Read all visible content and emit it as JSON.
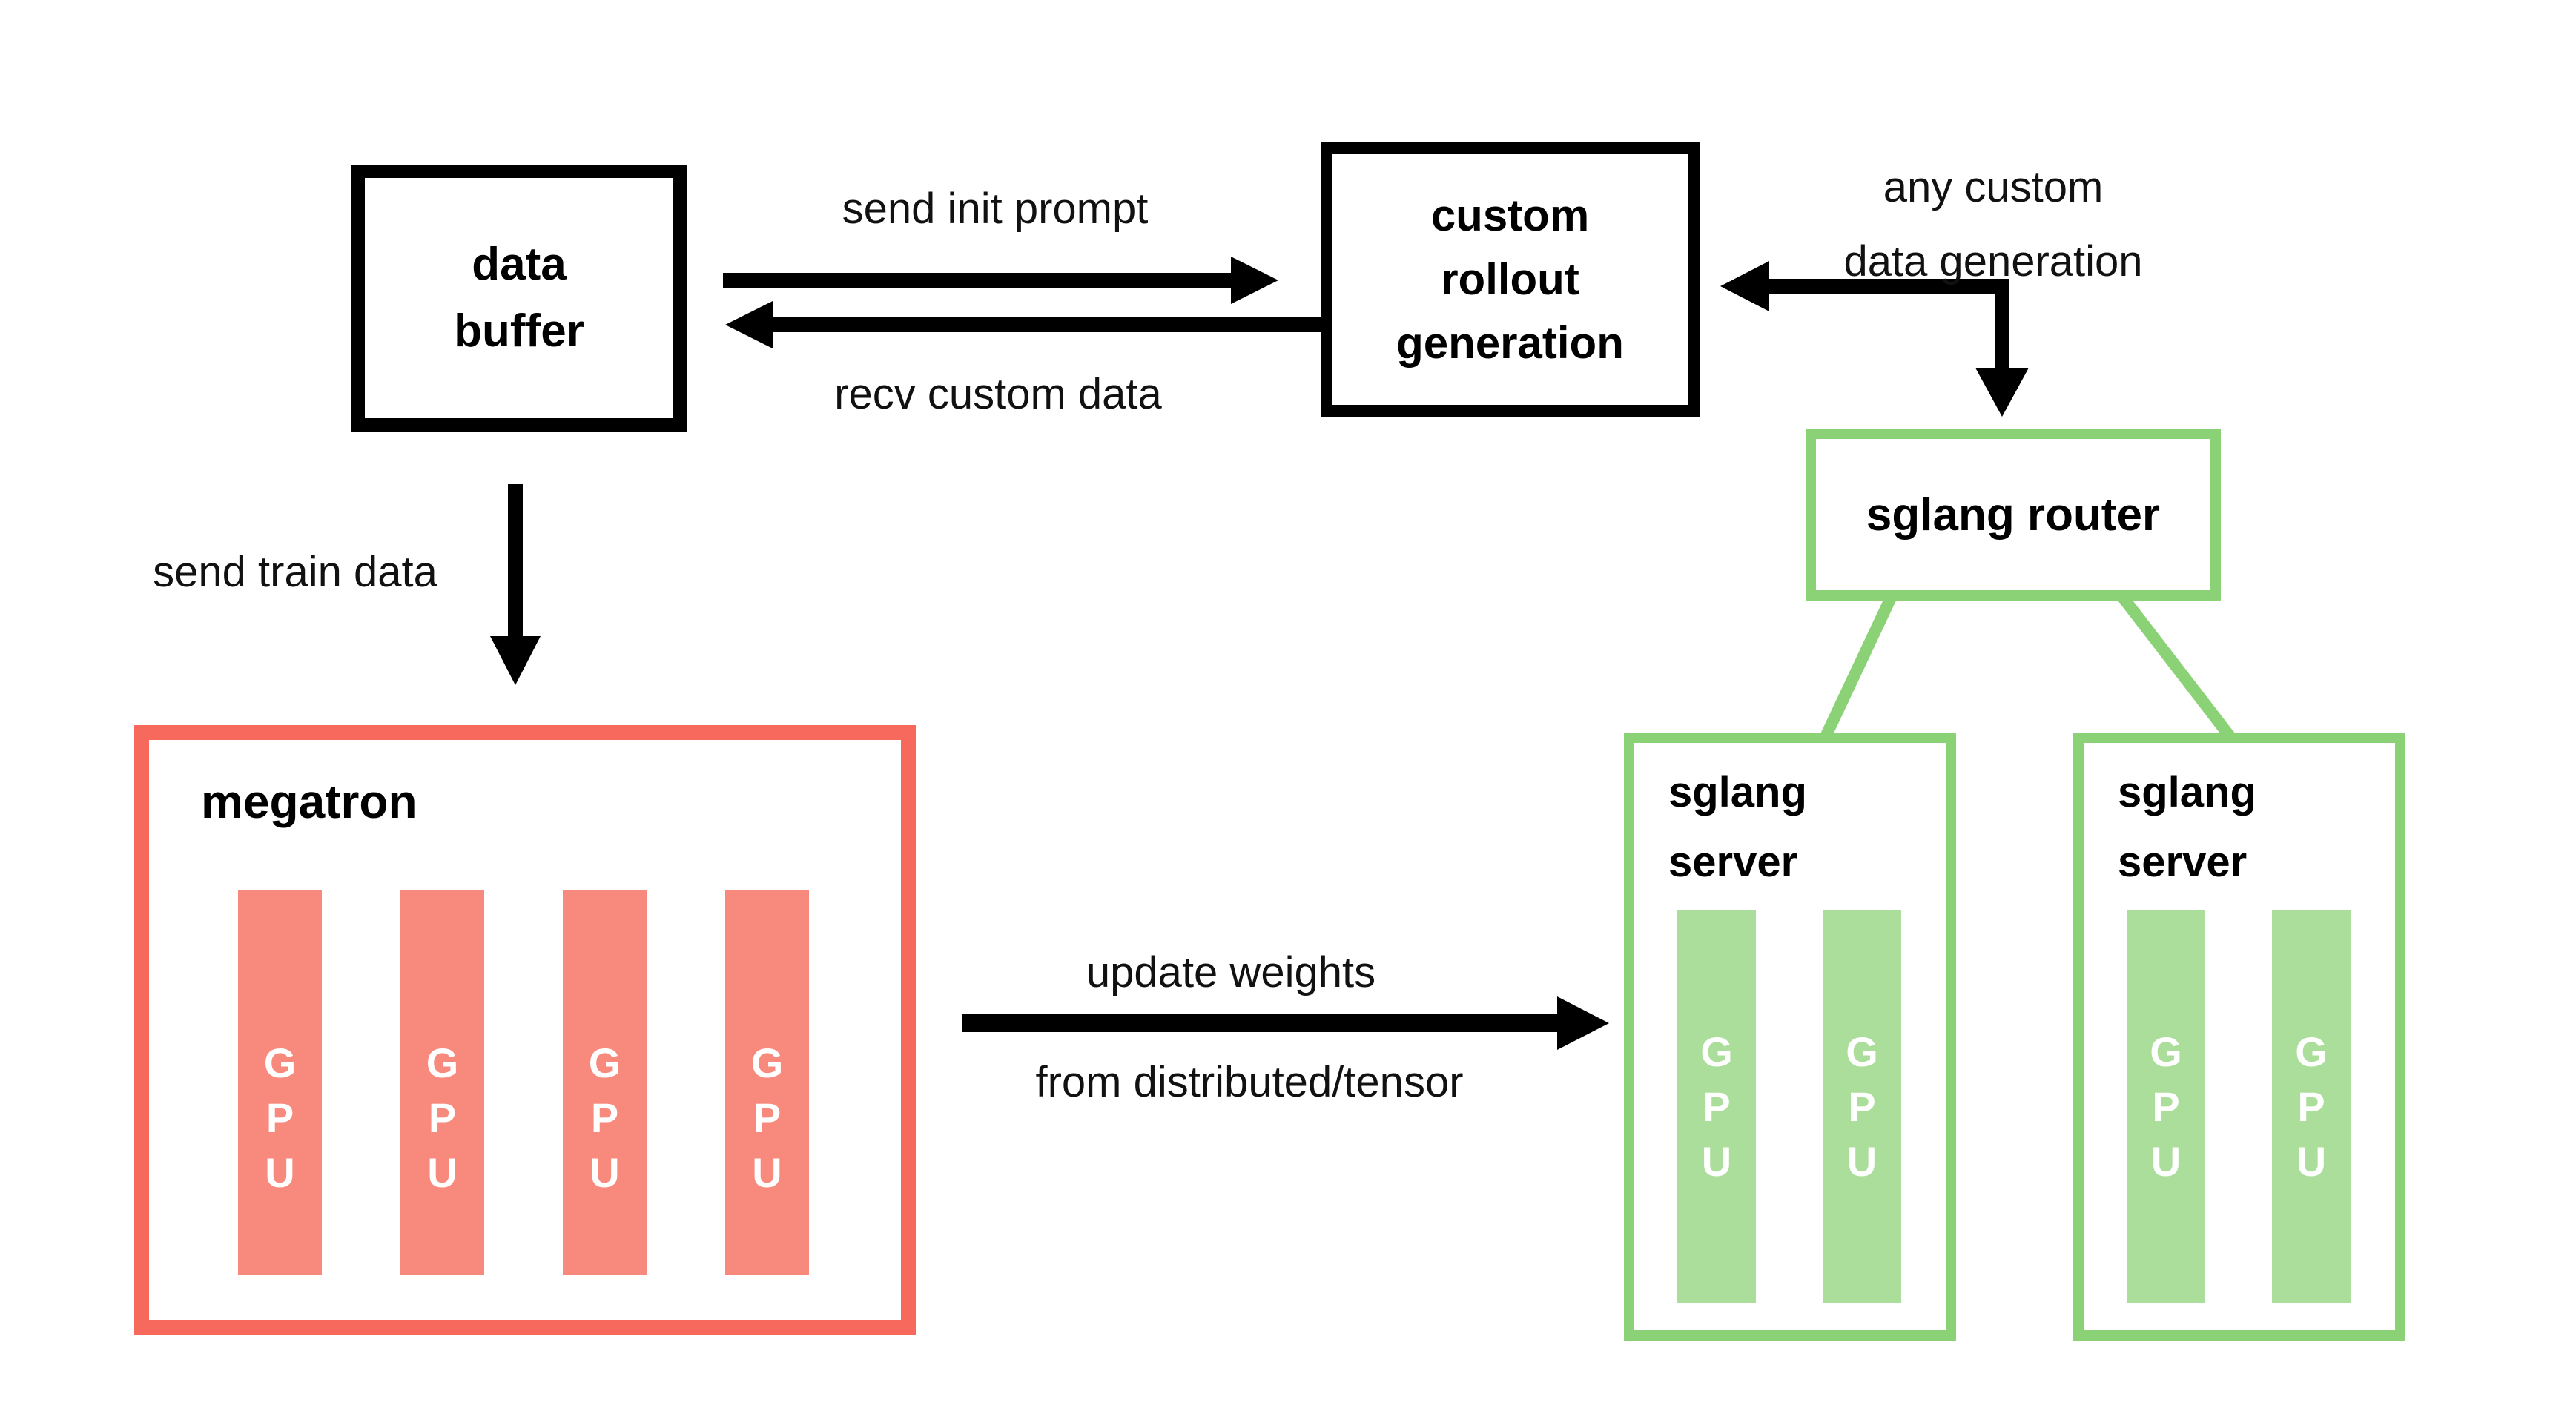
{
  "colors": {
    "ink": "#000000",
    "label_ink": "#111111",
    "salmon_border": "#F7695C",
    "salmon_fill": "#F78A7D",
    "green_border": "#8BD277",
    "green_fill": "#ABDE9A",
    "gpu_text": "#FFFFFF",
    "background": "#FFFFFF"
  },
  "nodes": {
    "data_buffer": {
      "label": "data\nbuffer"
    },
    "custom_rollout": {
      "label": "custom\nrollout\ngeneration"
    },
    "sglang_router": {
      "label": "sglang router"
    },
    "megatron": {
      "label": "megatron",
      "gpu_count": 4
    },
    "sglang_server_1": {
      "label": "sglang\nserver",
      "gpu_count": 2
    },
    "sglang_server_2": {
      "label": "sglang\nserver",
      "gpu_count": 2
    }
  },
  "gpu": {
    "label": "GPU",
    "letters": [
      "G",
      "P",
      "U"
    ]
  },
  "edges": {
    "send_init_prompt": {
      "label": "send init prompt"
    },
    "recv_custom_data": {
      "label": "recv custom data"
    },
    "send_train_data": {
      "label": "send train data"
    },
    "any_custom_data_generation": {
      "label": "any custom\ndata generation"
    },
    "update_weights": {
      "label": "update weights"
    },
    "update_weights_sub": {
      "label": "from distributed/tensor"
    }
  }
}
